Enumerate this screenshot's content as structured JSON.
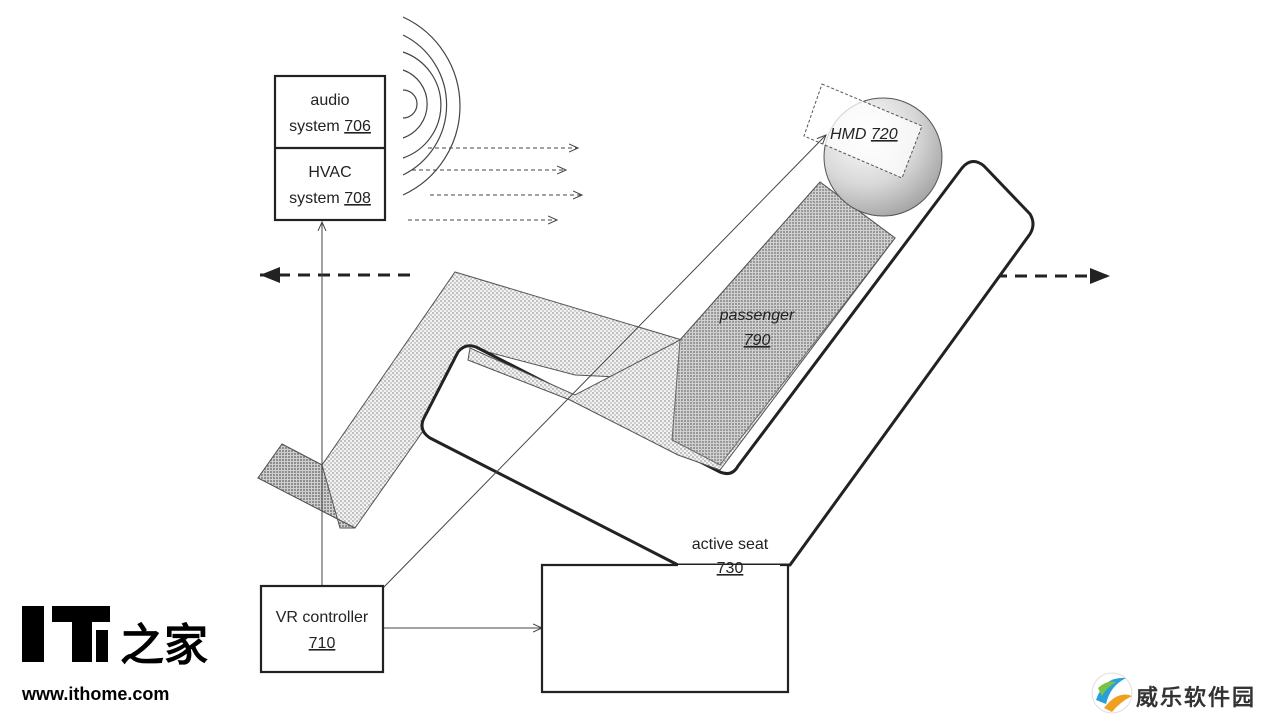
{
  "diagram": {
    "boxes": {
      "audio": {
        "line1": "audio",
        "line2": "system",
        "ref": "706"
      },
      "hvac": {
        "line1": "HVAC",
        "line2": "system",
        "ref": "708"
      },
      "vr": {
        "line1": "VR controller",
        "ref": "710"
      },
      "seat": {
        "line1": "active seat",
        "ref": "730"
      }
    },
    "labels": {
      "hmd": {
        "text": "HMD",
        "ref": "720"
      },
      "passenger": {
        "text": "passenger",
        "ref": "790"
      }
    }
  },
  "watermarks": {
    "left_logo": "IT之家",
    "left_url": "www.ithome.com",
    "right_brand": "威乐软件园"
  },
  "colors": {
    "line": "#333333",
    "shade_light": "#d9d9d9",
    "shade_dark": "#9a9a9a"
  }
}
